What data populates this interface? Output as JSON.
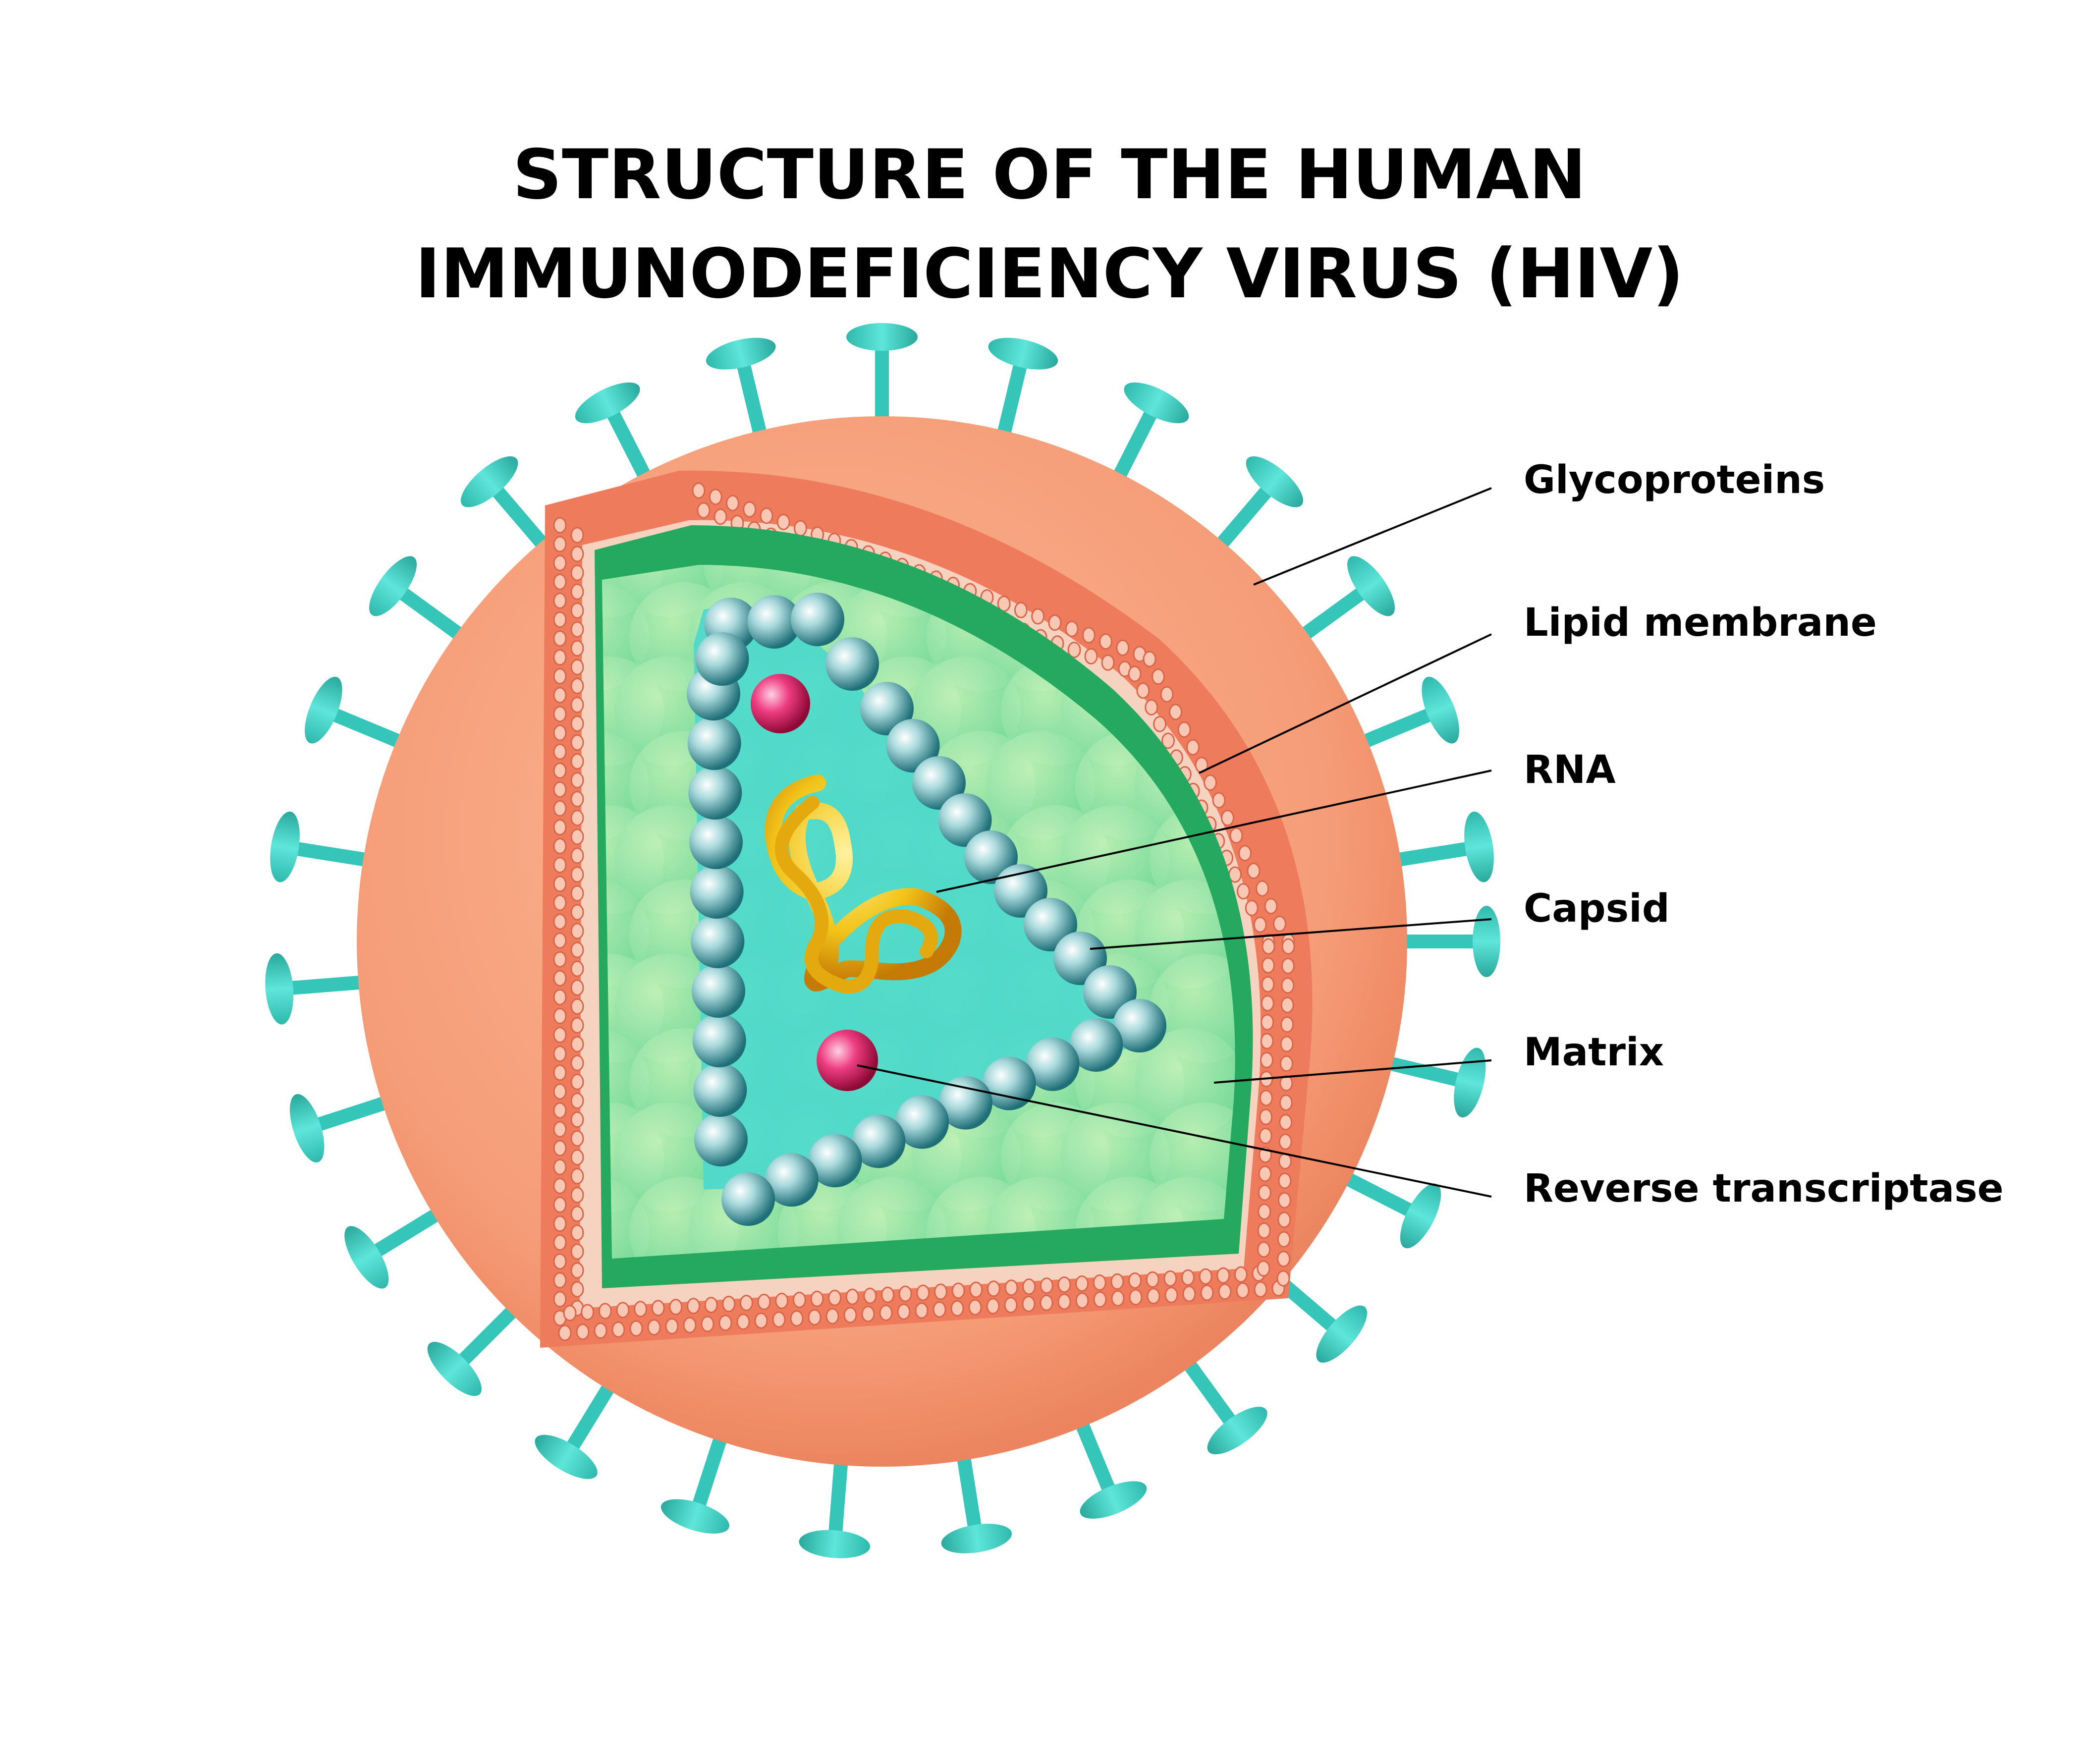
{
  "title": {
    "line1": "STRUCTURE OF THE HUMAN",
    "line2": "IMMUNODEFICIENCY VIRUS (HIV)"
  },
  "labels": [
    {
      "key": "glycoproteins",
      "text": "Glycoproteins"
    },
    {
      "key": "lipid-membrane",
      "text": "Lipid membrane"
    },
    {
      "key": "rna",
      "text": "RNA"
    },
    {
      "key": "capsid",
      "text": "Capsid"
    },
    {
      "key": "matrix",
      "text": "Matrix"
    },
    {
      "key": "reverse-transcriptase",
      "text": "Reverse transcriptase"
    }
  ],
  "colors": {
    "envelope": "#f7a07a",
    "envelope_dark": "#f08a66",
    "lipid_band": "#f18566",
    "lipid_dots": "#f4c1ad",
    "matrix_green": "#2dbb6d",
    "matrix_light": "#a6e8a3",
    "capsid_fill": "#4cd9cc",
    "capsid_beads": "#7fbec2",
    "glycoprotein": "#3fd1c4",
    "rna": "#f2c419",
    "enzyme": "#e5266e"
  }
}
